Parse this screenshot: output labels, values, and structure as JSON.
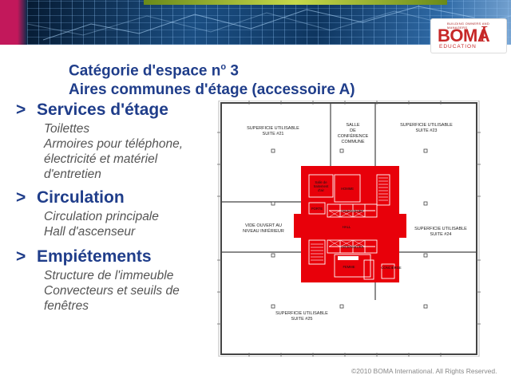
{
  "banner": {
    "logo": {
      "tagline": "BUILDING OWNERS AND MANAGERS",
      "brand": "BOMA",
      "suffix": "I",
      "subtitle": "EDUCATION"
    },
    "colors": {
      "accent": "#c2185b",
      "brand_red": "#c62828",
      "background": "#0b2a4a"
    }
  },
  "title": {
    "line1_prefix": "Catégorie d'espace n",
    "line1_sup": "o",
    "line1_suffix": " 3",
    "line2": "Aires communes d'étage (accessoire A)"
  },
  "sections": [
    {
      "marker": ">",
      "heading": "Services d'étage",
      "items": [
        "Toilettes",
        "Armoires pour  téléphone,",
        "électricité et matériel",
        "d'entretien"
      ]
    },
    {
      "marker": ">",
      "heading": "Circulation",
      "items": [
        "Circulation principale",
        "Hall d'ascenseur"
      ]
    },
    {
      "marker": ">",
      "heading": "Empiétements",
      "items": [
        "Structure de l'immeuble",
        "Convecteurs et seuils de",
        "fenêtres"
      ]
    }
  ],
  "plan": {
    "highlight_color": "#e8000a",
    "labels": {
      "suite21_a": "SUPERFICIE UTILISABLE",
      "suite21_b": "SUITE #21",
      "salle_a": "SALLE",
      "salle_b": "DE",
      "salle_c": "CONFÉRENCE",
      "salle_d": "COMMUNE",
      "suite23_a": "SUPERFICIE UTILISABLE",
      "suite23_b": "SUITE #23",
      "traitement_a": "Salle de",
      "traitement_b": "traitement",
      "traitement_c": "d'air",
      "homme": "HOMME",
      "femme": "FEMME",
      "porte": "PORTE",
      "ascenseurs_top": "ASCENSEURS",
      "hall": "HALL",
      "ascenseurs_bottom": "ASCENSEURS",
      "vide_a": "VIDE OUVERT AU",
      "vide_b": "NIVEAU INFÉRIEUR",
      "suite24_a": "SUPERFICIE UTILISABLE",
      "suite24_b": "SUITE #24",
      "conciergerie": "CONCIERGE",
      "suite25_a": "SUPERFICIE UTILISABLE",
      "suite25_b": "SUITE #25"
    }
  },
  "footer": {
    "copyright": "©2010 BOMA International. All Rights Reserved."
  }
}
